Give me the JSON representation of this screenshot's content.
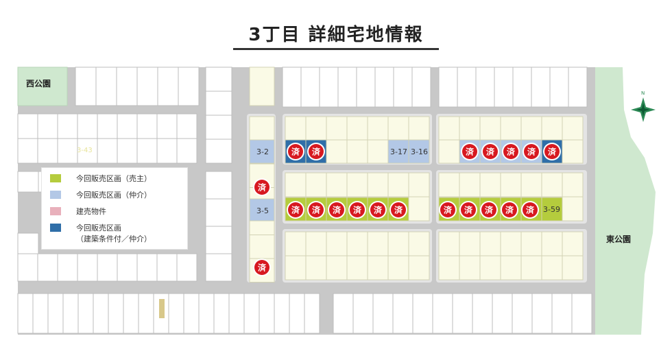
{
  "header": {
    "title": "3丁目 詳細宅地情報"
  },
  "parks": {
    "west": "西公園",
    "east": "東公園"
  },
  "faded_label": "3-43",
  "legend": [
    {
      "label": "今回販売区画（売主）",
      "color": "#b5cc3d"
    },
    {
      "label": "今回販売区画（仲介）",
      "color": "#b3c8e6"
    },
    {
      "label": "建売物件",
      "color": "#e8b0bb"
    },
    {
      "label": "今回販売区画\n（建築条件付／仲介）",
      "color": "#2f6ea8"
    }
  ],
  "sold_mark": "済",
  "colors": {
    "road": "#c8c8c8",
    "lot": "#fafae6",
    "lot_border": "#d2d2b4",
    "block_fill": "#ffffff",
    "park": "#cfe8cf",
    "sold_fill": "#d71920",
    "sold_ring": "#ffffff",
    "seller": "#b5cc3d",
    "broker": "#b3c8e6",
    "conditional": "#2f6ea8"
  },
  "lot_numbers": [
    "3-2",
    "3-5",
    "3-17",
    "3-16",
    "3-59"
  ],
  "compass": {
    "label": "N"
  }
}
